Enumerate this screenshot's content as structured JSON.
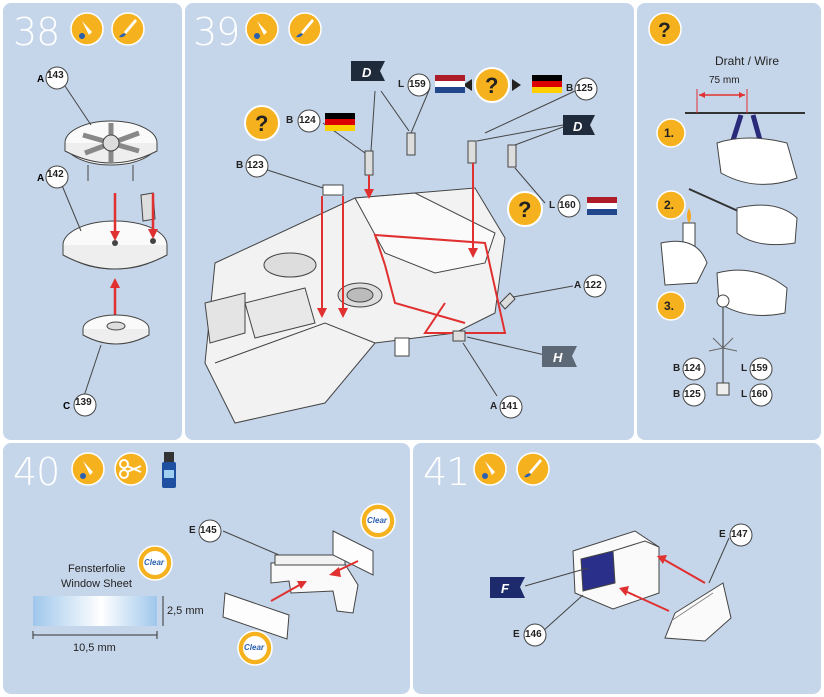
{
  "steps": {
    "s38": {
      "number": "38"
    },
    "s39": {
      "number": "39"
    },
    "s40": {
      "number": "40"
    },
    "s41": {
      "number": "41"
    }
  },
  "s38": {
    "parts": [
      {
        "code": "A",
        "num": "143"
      },
      {
        "code": "A",
        "num": "142"
      },
      {
        "code": "C",
        "num": "139"
      }
    ]
  },
  "s39": {
    "parts": [
      {
        "code": "B",
        "num": "124"
      },
      {
        "code": "B",
        "num": "123"
      },
      {
        "code": "L",
        "num": "159"
      },
      {
        "code": "B",
        "num": "125"
      },
      {
        "code": "L",
        "num": "160"
      },
      {
        "code": "A",
        "num": "122"
      },
      {
        "code": "A",
        "num": "141"
      }
    ],
    "flags": {
      "d1": "D",
      "d2": "D",
      "h": "H"
    }
  },
  "side": {
    "title": "Draht / Wire",
    "measure": "75 mm",
    "step1": "1.",
    "step2": "2.",
    "step3": "3.",
    "parts": [
      {
        "code": "B",
        "num": "124"
      },
      {
        "code": "L",
        "num": "159"
      },
      {
        "code": "B",
        "num": "125"
      },
      {
        "code": "L",
        "num": "160"
      }
    ]
  },
  "s40": {
    "parts": [
      {
        "code": "E",
        "num": "145"
      }
    ],
    "sheet_label_de": "Fensterfolie",
    "sheet_label_en": "Window Sheet",
    "dim_h": "2,5 mm",
    "dim_w": "10,5 mm",
    "clear": "Clear"
  },
  "s41": {
    "parts": [
      {
        "code": "E",
        "num": "147"
      },
      {
        "code": "E",
        "num": "146"
      }
    ],
    "flag": "F"
  },
  "colors": {
    "panel": "#c6d6ea",
    "yellow": "#f5b21e",
    "flag_dark": "#1f2a3a",
    "flag_f": "#1d2a6b",
    "arrow": "#e03030"
  },
  "icons": [
    "paint-drop-icon",
    "brush-icon",
    "question-icon",
    "cut-icon",
    "glue-bottle-icon",
    "clear-icon"
  ]
}
